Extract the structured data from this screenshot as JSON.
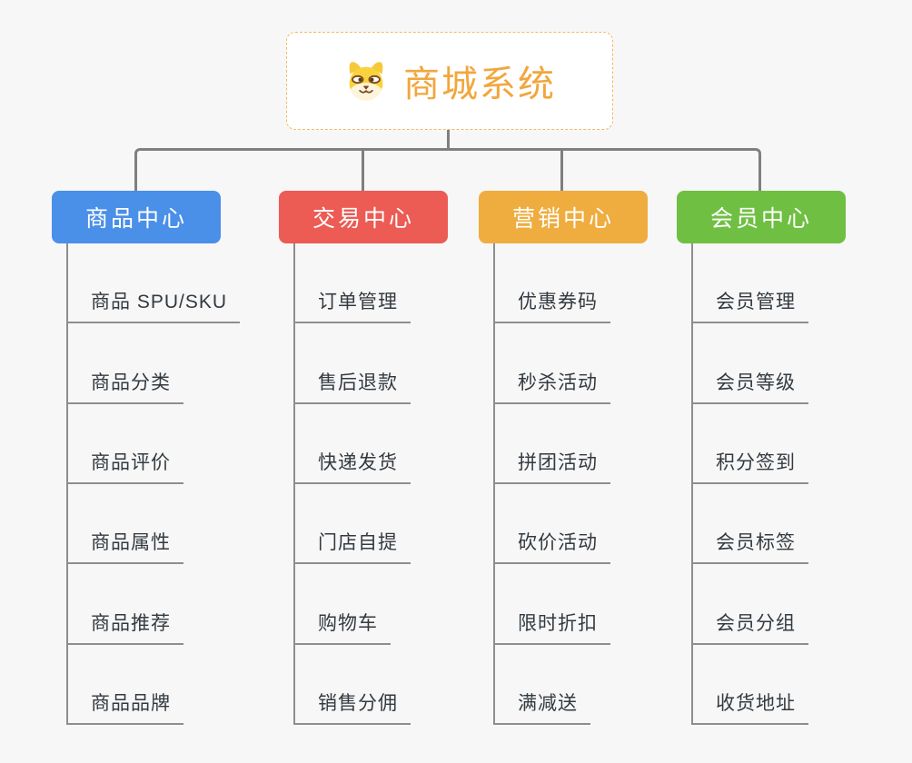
{
  "root": {
    "title": "商城系统",
    "icon": "dog-logo-icon"
  },
  "branches": [
    {
      "label": "商品中心",
      "color": "#4A8FE8",
      "items": [
        "商品 SPU/SKU",
        "商品分类",
        "商品评价",
        "商品属性",
        "商品推荐",
        "商品品牌"
      ]
    },
    {
      "label": "交易中心",
      "color": "#EC5B54",
      "items": [
        "订单管理",
        "售后退款",
        "快递发货",
        "门店自提",
        "购物车",
        "销售分佣"
      ]
    },
    {
      "label": "营销中心",
      "color": "#EFAD3F",
      "items": [
        "优惠券码",
        "秒杀活动",
        "拼团活动",
        "砍价活动",
        "限时折扣",
        "满减送"
      ]
    },
    {
      "label": "会员中心",
      "color": "#6FBF43",
      "items": [
        "会员管理",
        "会员等级",
        "积分签到",
        "会员标签",
        "会员分组",
        "收货地址"
      ]
    }
  ],
  "colors": {
    "background": "#F7F7F7",
    "connector": "#7F7F7F",
    "leaf_line": "#8E8E8E",
    "root_border": "#F3B95F",
    "root_text": "#F2A63C",
    "leaf_text": "#333A40",
    "header_text": "#FFFFFF"
  }
}
